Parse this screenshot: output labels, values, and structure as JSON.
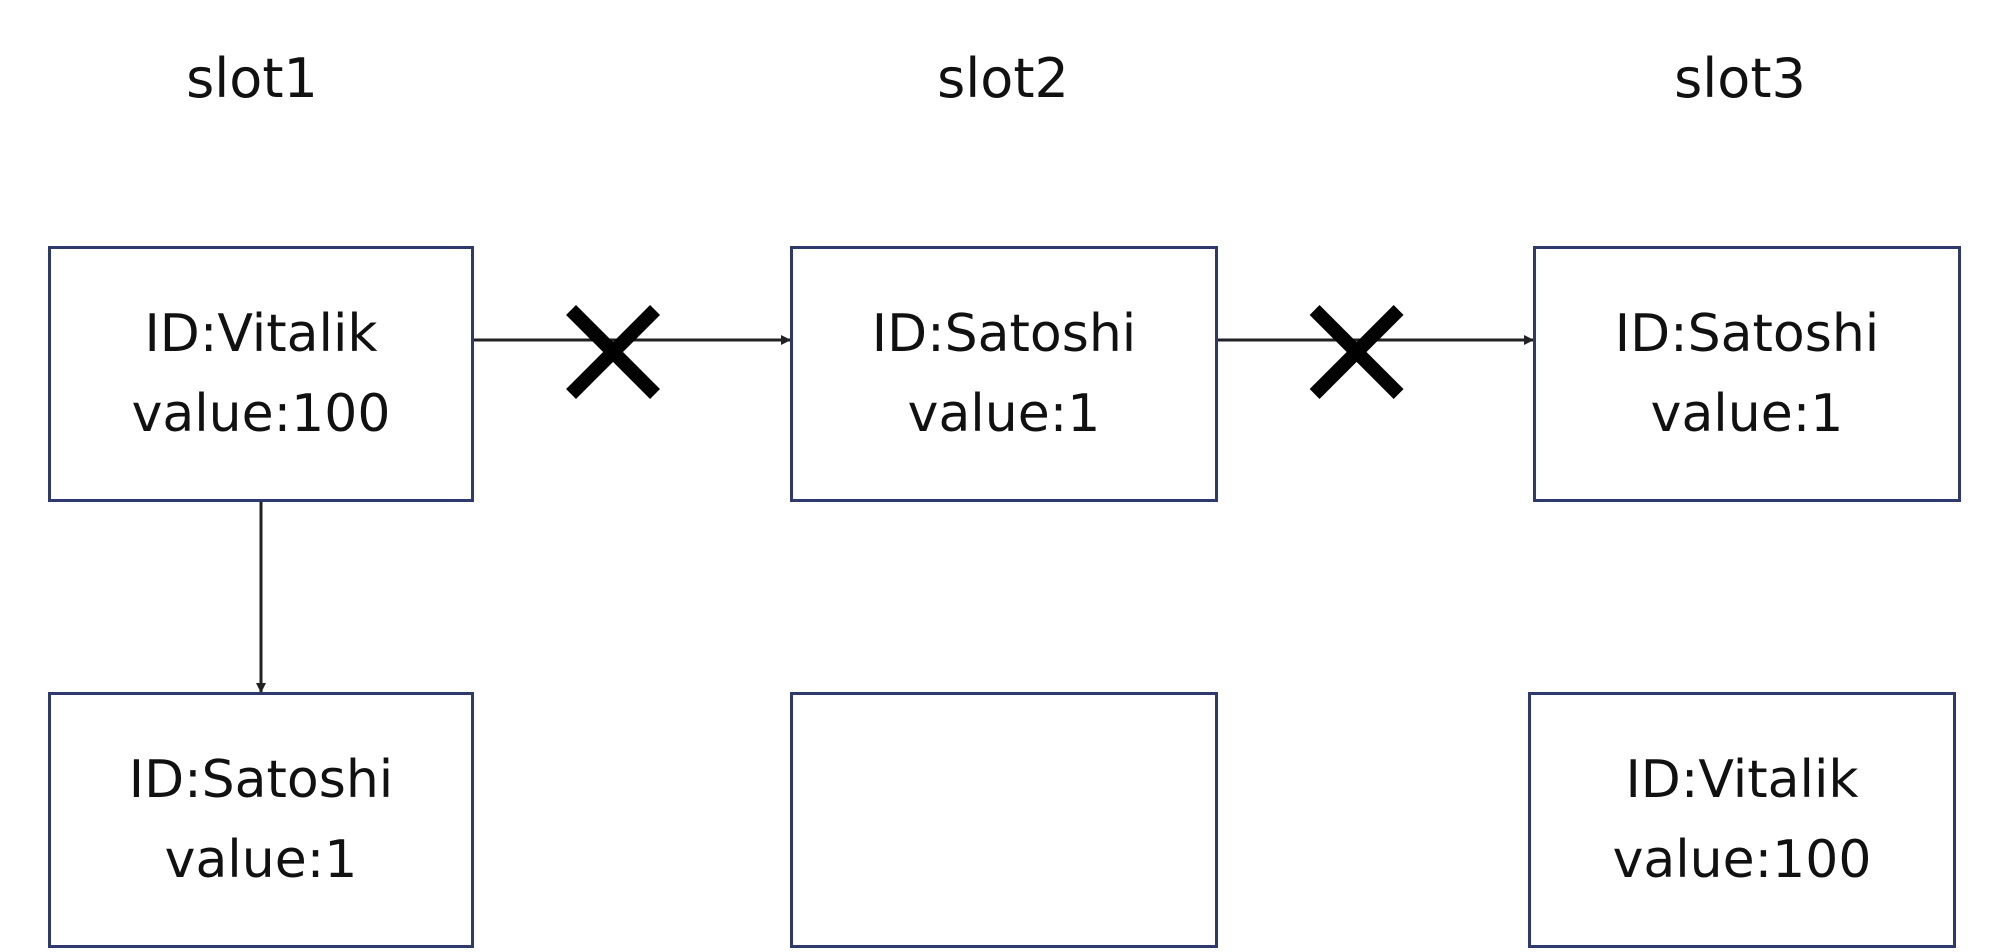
{
  "slots": [
    {
      "label": "slot1"
    },
    {
      "label": "slot2"
    },
    {
      "label": "slot3"
    }
  ],
  "nodes": {
    "slot1_top": {
      "id": "ID:Vitalik",
      "value": "value:100"
    },
    "slot2_top": {
      "id": "ID:Satoshi",
      "value": "value:1"
    },
    "slot3_top": {
      "id": "ID:Satoshi",
      "value": "value:1"
    },
    "slot1_bottom": {
      "id": "ID:Satoshi",
      "value": "value:1"
    },
    "slot2_bottom": {
      "id": "",
      "value": ""
    },
    "slot3_bottom": {
      "id": "ID:Vitalik",
      "value": "value:100"
    }
  },
  "edges": [
    {
      "from": "slot1_top",
      "to": "slot2_top",
      "crossed": true
    },
    {
      "from": "slot2_top",
      "to": "slot3_top",
      "crossed": true
    },
    {
      "from": "slot1_top",
      "to": "slot1_bottom",
      "crossed": false
    }
  ],
  "colors": {
    "box_border": "#2e3a6e",
    "arrow": "#222222",
    "cross": "#000000",
    "text": "#111111"
  }
}
